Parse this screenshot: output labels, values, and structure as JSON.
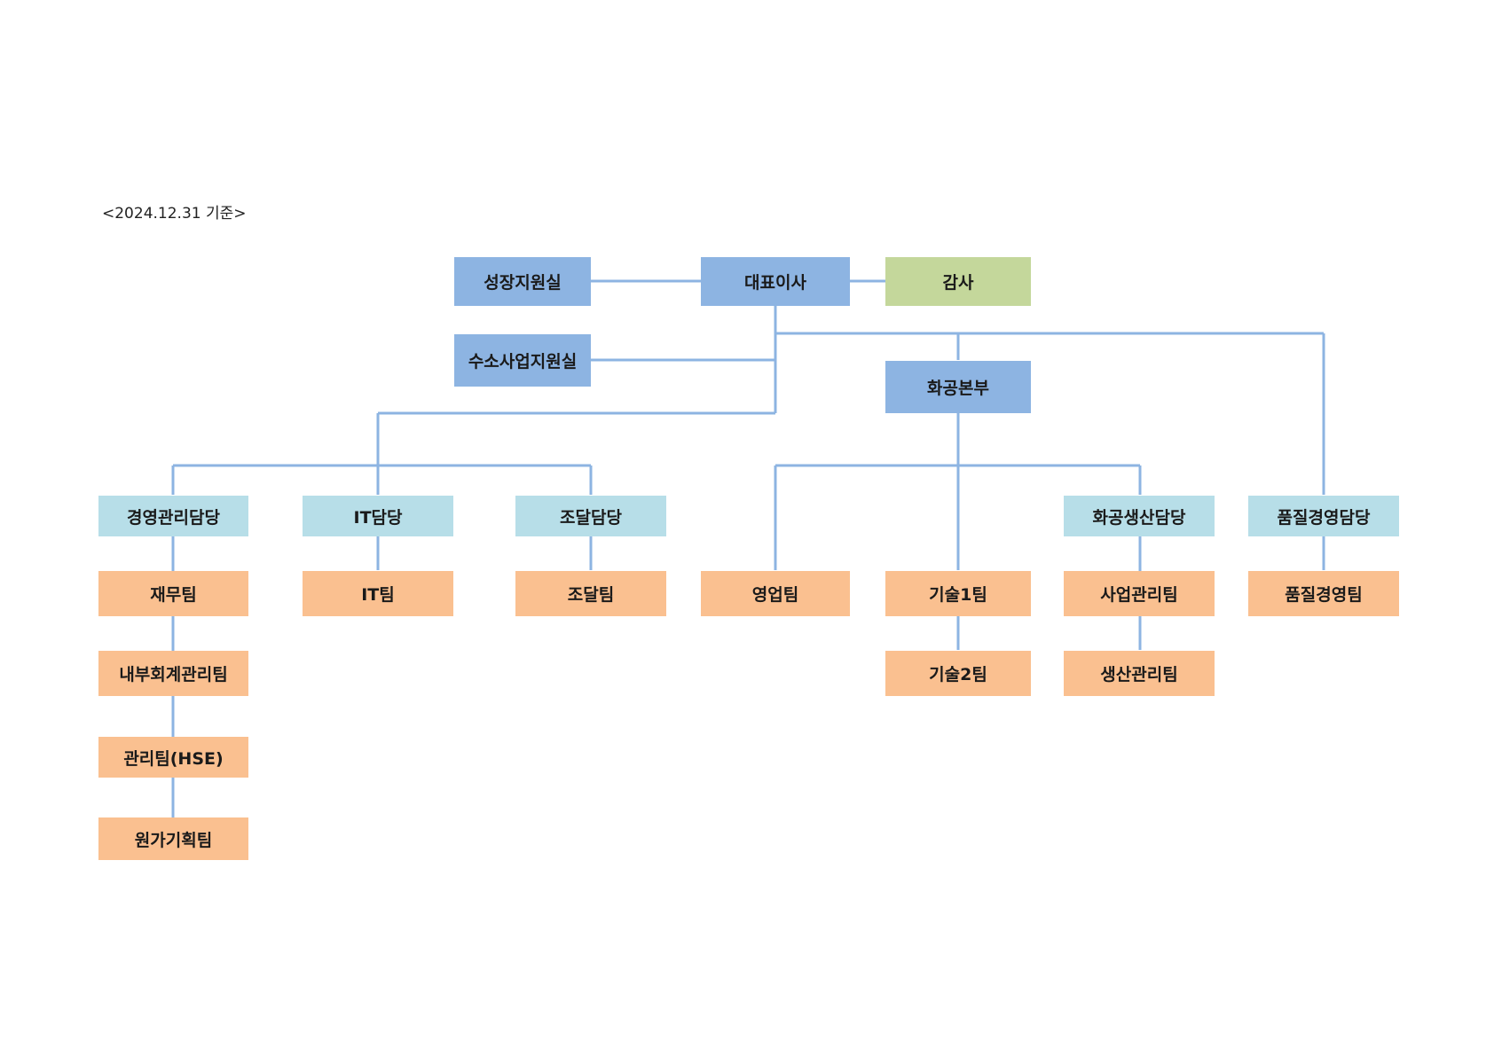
{
  "date_label": "<2024.12.31 기준>",
  "colors": {
    "executive": "#8db4e2",
    "audit": "#c4d79b",
    "division": "#b7dee8",
    "team": "#fac090",
    "connector": "#8db4e2"
  },
  "nodes": {
    "ceo": "대표이사",
    "audit": "감사",
    "growth_support": "성장지원실",
    "hydrogen_support": "수소사업지원실",
    "chemical_hq": "화공본부",
    "mgmt_div": "경영관리담당",
    "it_div": "IT담당",
    "procure_div": "조달담당",
    "chem_prod_div": "화공생산담당",
    "quality_div": "품질경영담당",
    "finance_team": "재무팀",
    "internal_acct_team": "내부회계관리팀",
    "admin_hse_team": "관리팀(HSE)",
    "cost_planning_team": "원가기획팀",
    "it_team": "IT팀",
    "procure_team": "조달팀",
    "sales_team": "영업팀",
    "tech1_team": "기술1팀",
    "tech2_team": "기술2팀",
    "biz_mgmt_team": "사업관리팀",
    "prod_mgmt_team": "생산관리팀",
    "quality_team": "품질경영팀"
  }
}
